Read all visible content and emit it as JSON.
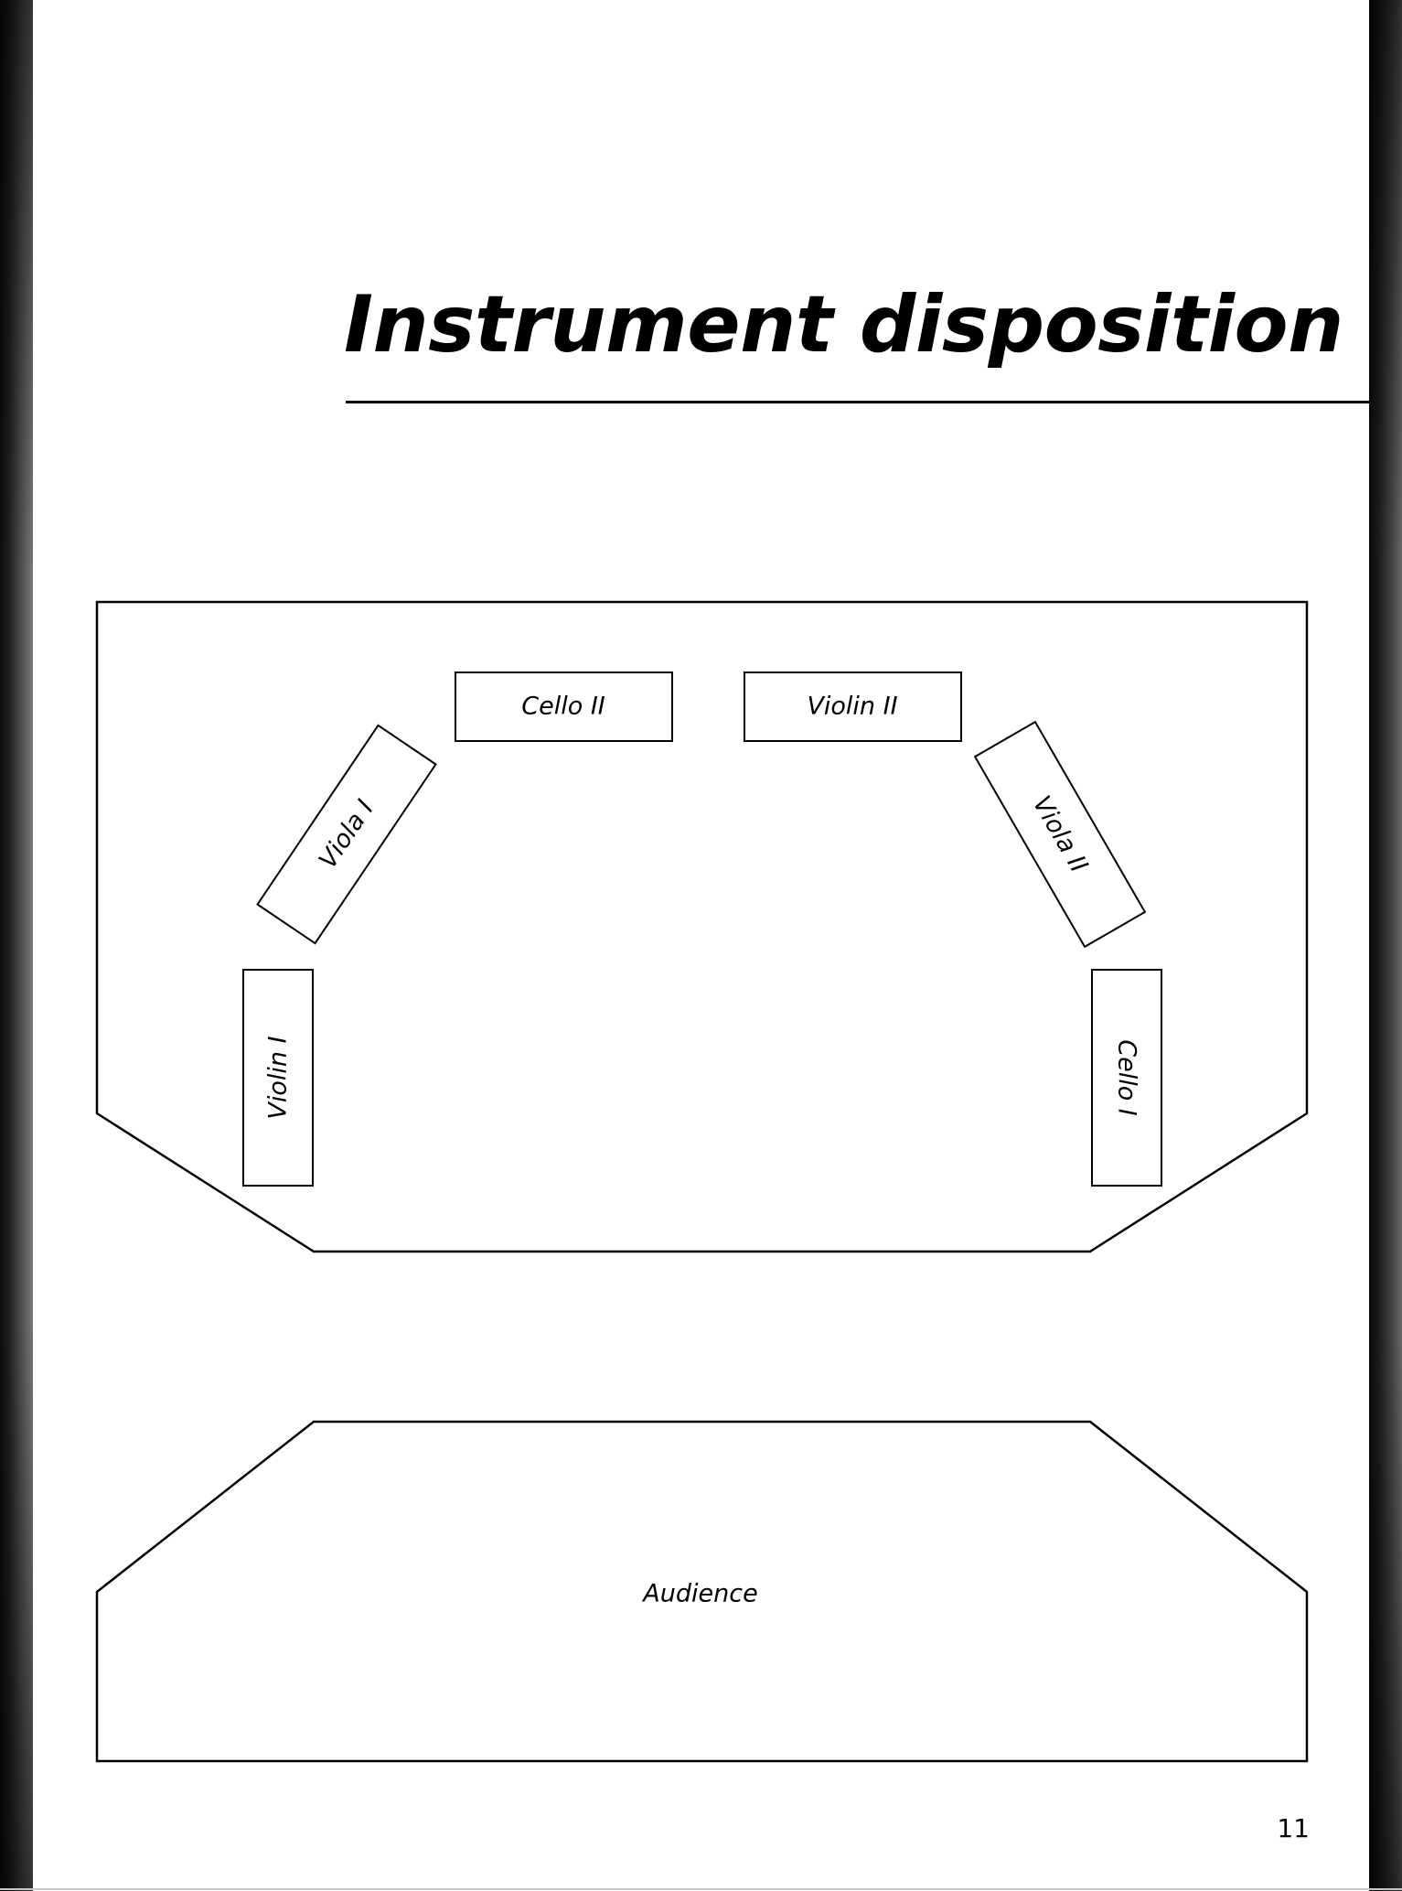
{
  "title": "Instrument disposition",
  "page_number": "11",
  "stage": {
    "instruments": [
      {
        "label": "Cello II"
      },
      {
        "label": "Violin II"
      },
      {
        "label": "Viola I"
      },
      {
        "label": "Viola II"
      },
      {
        "label": "Violin I"
      },
      {
        "label": "Cello I"
      }
    ]
  },
  "audience": {
    "label": "Audience"
  }
}
